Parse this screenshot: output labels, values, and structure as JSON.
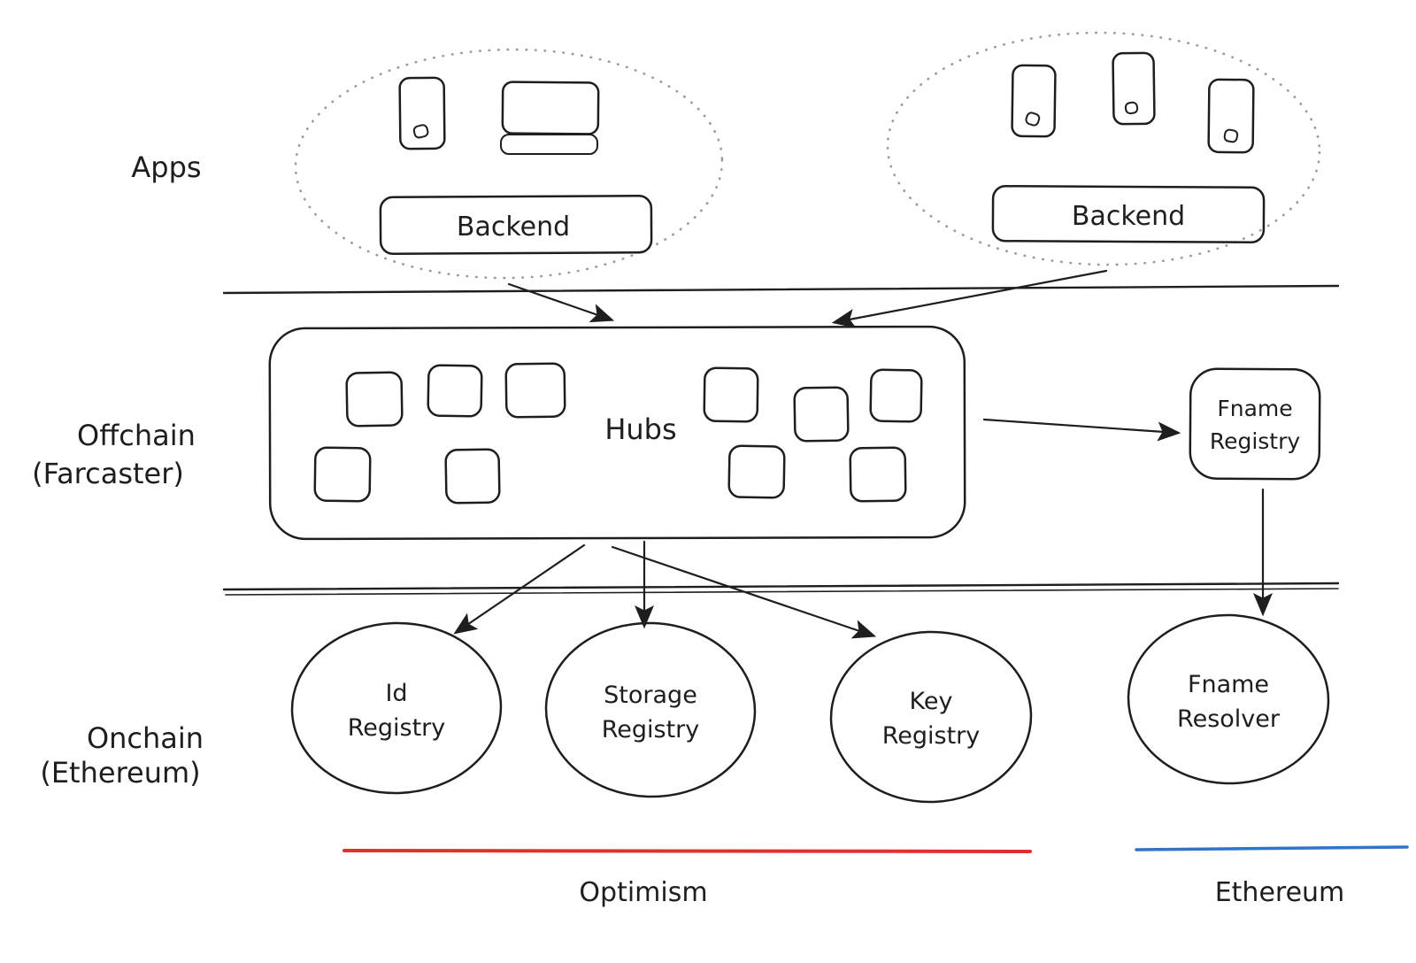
{
  "row_labels": {
    "apps": "Apps",
    "offchain_line1": "Offchain",
    "offchain_line2": "(Farcaster)",
    "onchain_line1": "Onchain",
    "onchain_line2": "(Ethereum)"
  },
  "apps_section": {
    "left_group": {
      "backend_label": "Backend"
    },
    "right_group": {
      "backend_label": "Backend"
    }
  },
  "offchain_section": {
    "hubs_label": "Hubs",
    "fname_registry": {
      "line1": "Fname",
      "line2": "Registry"
    }
  },
  "onchain_section": {
    "id_registry": {
      "line1": "Id",
      "line2": "Registry"
    },
    "storage_registry": {
      "line1": "Storage",
      "line2": "Registry"
    },
    "key_registry": {
      "line1": "Key",
      "line2": "Registry"
    },
    "fname_resolver": {
      "line1": "Fname",
      "line2": "Resolver"
    }
  },
  "chains": {
    "optimism": {
      "label": "Optimism",
      "color": "#e03131"
    },
    "ethereum": {
      "label": "Ethereum",
      "color": "#2e74c9"
    }
  }
}
